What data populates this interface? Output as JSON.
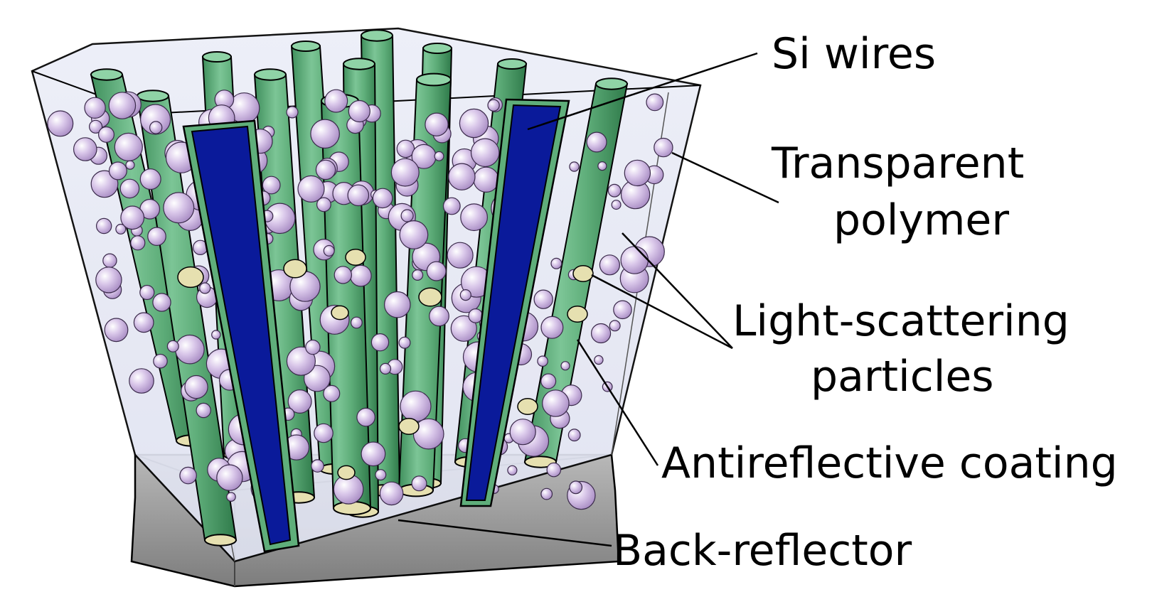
{
  "labels": {
    "si_wires": "Si wires",
    "transparent_polymer_line1": "Transparent",
    "transparent_polymer_line2": "polymer",
    "light_scattering_line1": "Light-scattering",
    "light_scattering_line2": "particles",
    "antireflective": "Antireflective coating",
    "back_reflector": "Back-reflector"
  },
  "colors": {
    "wire_green": "#5fae7a",
    "wire_green_dark": "#2f7a4a",
    "wire_core_blue": "#0a1a9a",
    "particle_lilac": "#d7c2e6",
    "particle_tan": "#e6e0b0",
    "polymer_fill": "#e6e8f5",
    "reflector_grey": "#9a9a9a"
  }
}
